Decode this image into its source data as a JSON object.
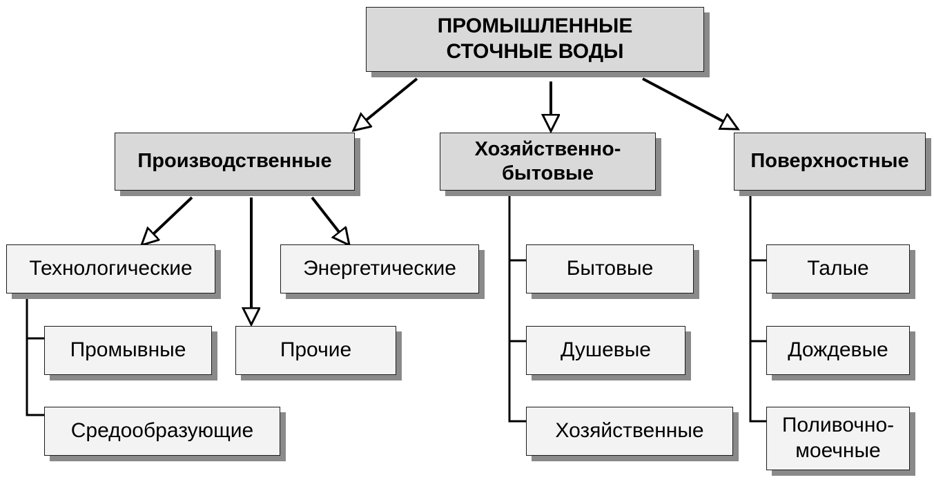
{
  "root": {
    "label": "ПРОМЫШЛЕННЫЕ\nСТОЧНЫЕ ВОДЫ"
  },
  "categories": {
    "production": {
      "label": "Производственные",
      "children": {
        "technological": "Технологические",
        "energy": "Энергетические",
        "other": "Прочие",
        "rinsing": "Промывные",
        "environment_forming": "Средообразующие"
      }
    },
    "household": {
      "label": "Хозяйственно-\nбытовые",
      "children": {
        "domestic": "Бытовые",
        "shower": "Душевые",
        "economic": "Хозяйственные"
      }
    },
    "surface": {
      "label": "Поверхностные",
      "children": {
        "melt": "Талые",
        "rain": "Дождевые",
        "washing": "Поливочно-\nмоечные"
      }
    }
  },
  "colors": {
    "header_fill": "#d9d9d9",
    "leaf_fill": "#f3f3f3",
    "border": "#1a1a1a",
    "shadow": "#8a8a8a"
  }
}
